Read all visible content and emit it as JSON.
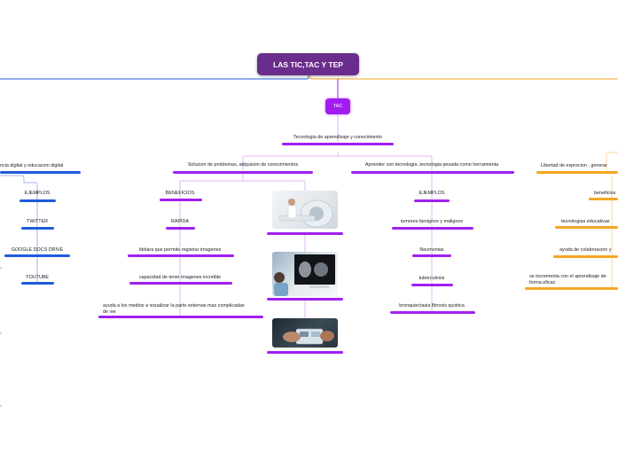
{
  "root": {
    "title": "LAS TIC,TAC Y TEP"
  },
  "tac": {
    "label": "TAC"
  },
  "colors": {
    "purple": "#a020f0",
    "blue": "#1e5bdc",
    "orange": "#f5a623",
    "root": "#6a2d8c"
  },
  "center": {
    "topic": "Tecnologia de aprendizaje y conocimiento"
  },
  "branch_a": {
    "title": "Solucion de problemas, adquision de conocimientos",
    "beneficios": "BENEFICIOS",
    "rapida": "RAPIDA",
    "items": [
      "Idolara que permite registrar imagenes",
      "capacidad de tener imagenes increible",
      "ayuda a los medios a visualizar la parte externas mas complicadas de ver"
    ],
    "images": [
      "mri-scanner-photo",
      "doctor-monitor-photo",
      "hands-tablet-photo"
    ]
  },
  "branch_b": {
    "title": "Aprender con tecnologia ,tecnologia pesada como herramienta",
    "ejemplos": "EJEMPLOS",
    "items": [
      "tumores benignos y malignos",
      "Neumonias",
      "tuberculosis",
      "bronquiectasia fibrosis quistica"
    ]
  },
  "left": {
    "title": "ncia digital y educacion digital",
    "ejemplos": "EJEMPLOS",
    "items": [
      "TWITTER",
      "GOOGLE DOCS DRIVE",
      "YOUTUBE"
    ]
  },
  "right": {
    "title": "Libertad de exprecion , generar",
    "items": [
      "beneficios",
      "tecnologias educativas",
      "ayuda de colaboracion y",
      "se incrementa con el aprendisaje de forma eficaz"
    ]
  }
}
